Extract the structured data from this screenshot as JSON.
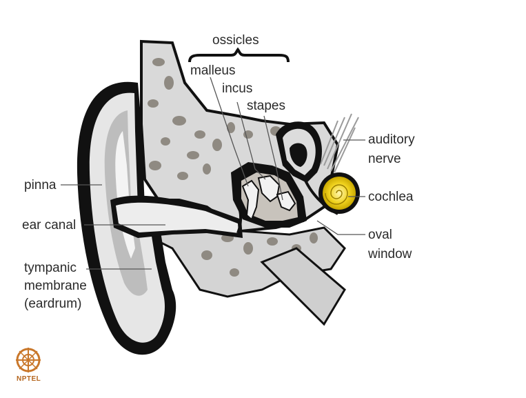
{
  "labels": {
    "ossicles": "ossicles",
    "malleus": "malleus",
    "incus": "incus",
    "stapes": "stapes",
    "auditory_nerve_1": "auditory",
    "auditory_nerve_2": "nerve",
    "pinna": "pinna",
    "cochlea": "cochlea",
    "ear_canal": "ear canal",
    "oval_window_1": "oval",
    "oval_window_2": "window",
    "tympanic_1": "tympanic",
    "tympanic_2": "membrane",
    "tympanic_3": "(eardrum)"
  },
  "logo": {
    "text": "NPTEL"
  },
  "colors": {
    "bone": "#d9d9d9",
    "bone_spot": "#8f8a82",
    "tissue_dark": "#111111",
    "canal": "#ededed",
    "cochlea_yellow": "#e8c200"
  }
}
